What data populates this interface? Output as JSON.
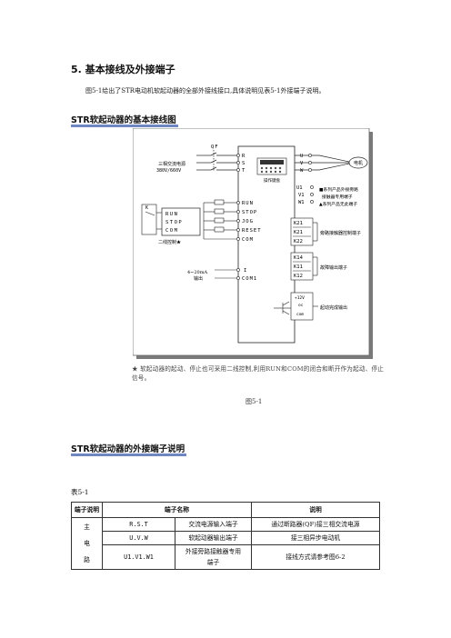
{
  "heading_main": "5. 基本接线及外接端子",
  "intro": "图5-1给出了STR电动机软起动器的全部外接线接口,具体说明见表5-1外接端子说明。",
  "section1_title": "STR软起动器的基本接线图",
  "section2_title": "STR软起动器的外接端子说明",
  "diagram": {
    "qf": "QF",
    "supply_line1": "三相交流电源",
    "supply_line2": "380V/660V",
    "input_terminals": [
      "R",
      "S",
      "T"
    ],
    "output_terminals": [
      "U",
      "V",
      "W"
    ],
    "motor": "电机",
    "panel_label": "操作键盘",
    "k_label": "K",
    "switch_box_items": [
      "RUN",
      "STOP",
      "COM"
    ],
    "two_wire_label": "二线控制★",
    "control_terminals": [
      "RUN",
      "STOP",
      "JOG",
      "RESET",
      "COM"
    ],
    "analog_signal_line1": "4~20mA",
    "analog_signal_line2": "输出",
    "analog_terminals": [
      "I",
      "COM1"
    ],
    "bypass_terminals": [
      "U1",
      "V1",
      "W1"
    ],
    "bypass_notes": [
      "■系列产品外接旁路",
      "接触器专用端子",
      "▲系列产品无此端子"
    ],
    "relay_bypass": [
      "K21",
      "K21",
      "K22"
    ],
    "relay_bypass_label": "旁路接触器控制端子",
    "relay_fault": [
      "K14",
      "K11",
      "K12"
    ],
    "relay_fault_label": "故障输出端子",
    "start_signal": [
      "+12V",
      "oc",
      "com"
    ],
    "start_signal_label": "起动完成输出"
  },
  "note": "★ 软起动器的起动、停止也可采用二线控制,利用RUN和COM的闭合和断开作为起动、停止信号。",
  "figure_caption": "图5-1",
  "table_caption": "表5-1",
  "table": {
    "headers": [
      "端子说明",
      "端子名称",
      "说明"
    ],
    "group_label": [
      "主",
      "电",
      "路"
    ],
    "rows": [
      {
        "name": "R.S.T",
        "func": "交流电源输入端子",
        "desc": "通过断路器(QF)接三相交流电源"
      },
      {
        "name": "U.V.W",
        "func": "软起动器输出端子",
        "desc": "接三相异步电动机"
      },
      {
        "name": "U1.V1.W1",
        "func_l1": "外接旁路接触器专用",
        "func_l2": "端子",
        "desc": "接线方式请参考图6-2"
      }
    ]
  }
}
